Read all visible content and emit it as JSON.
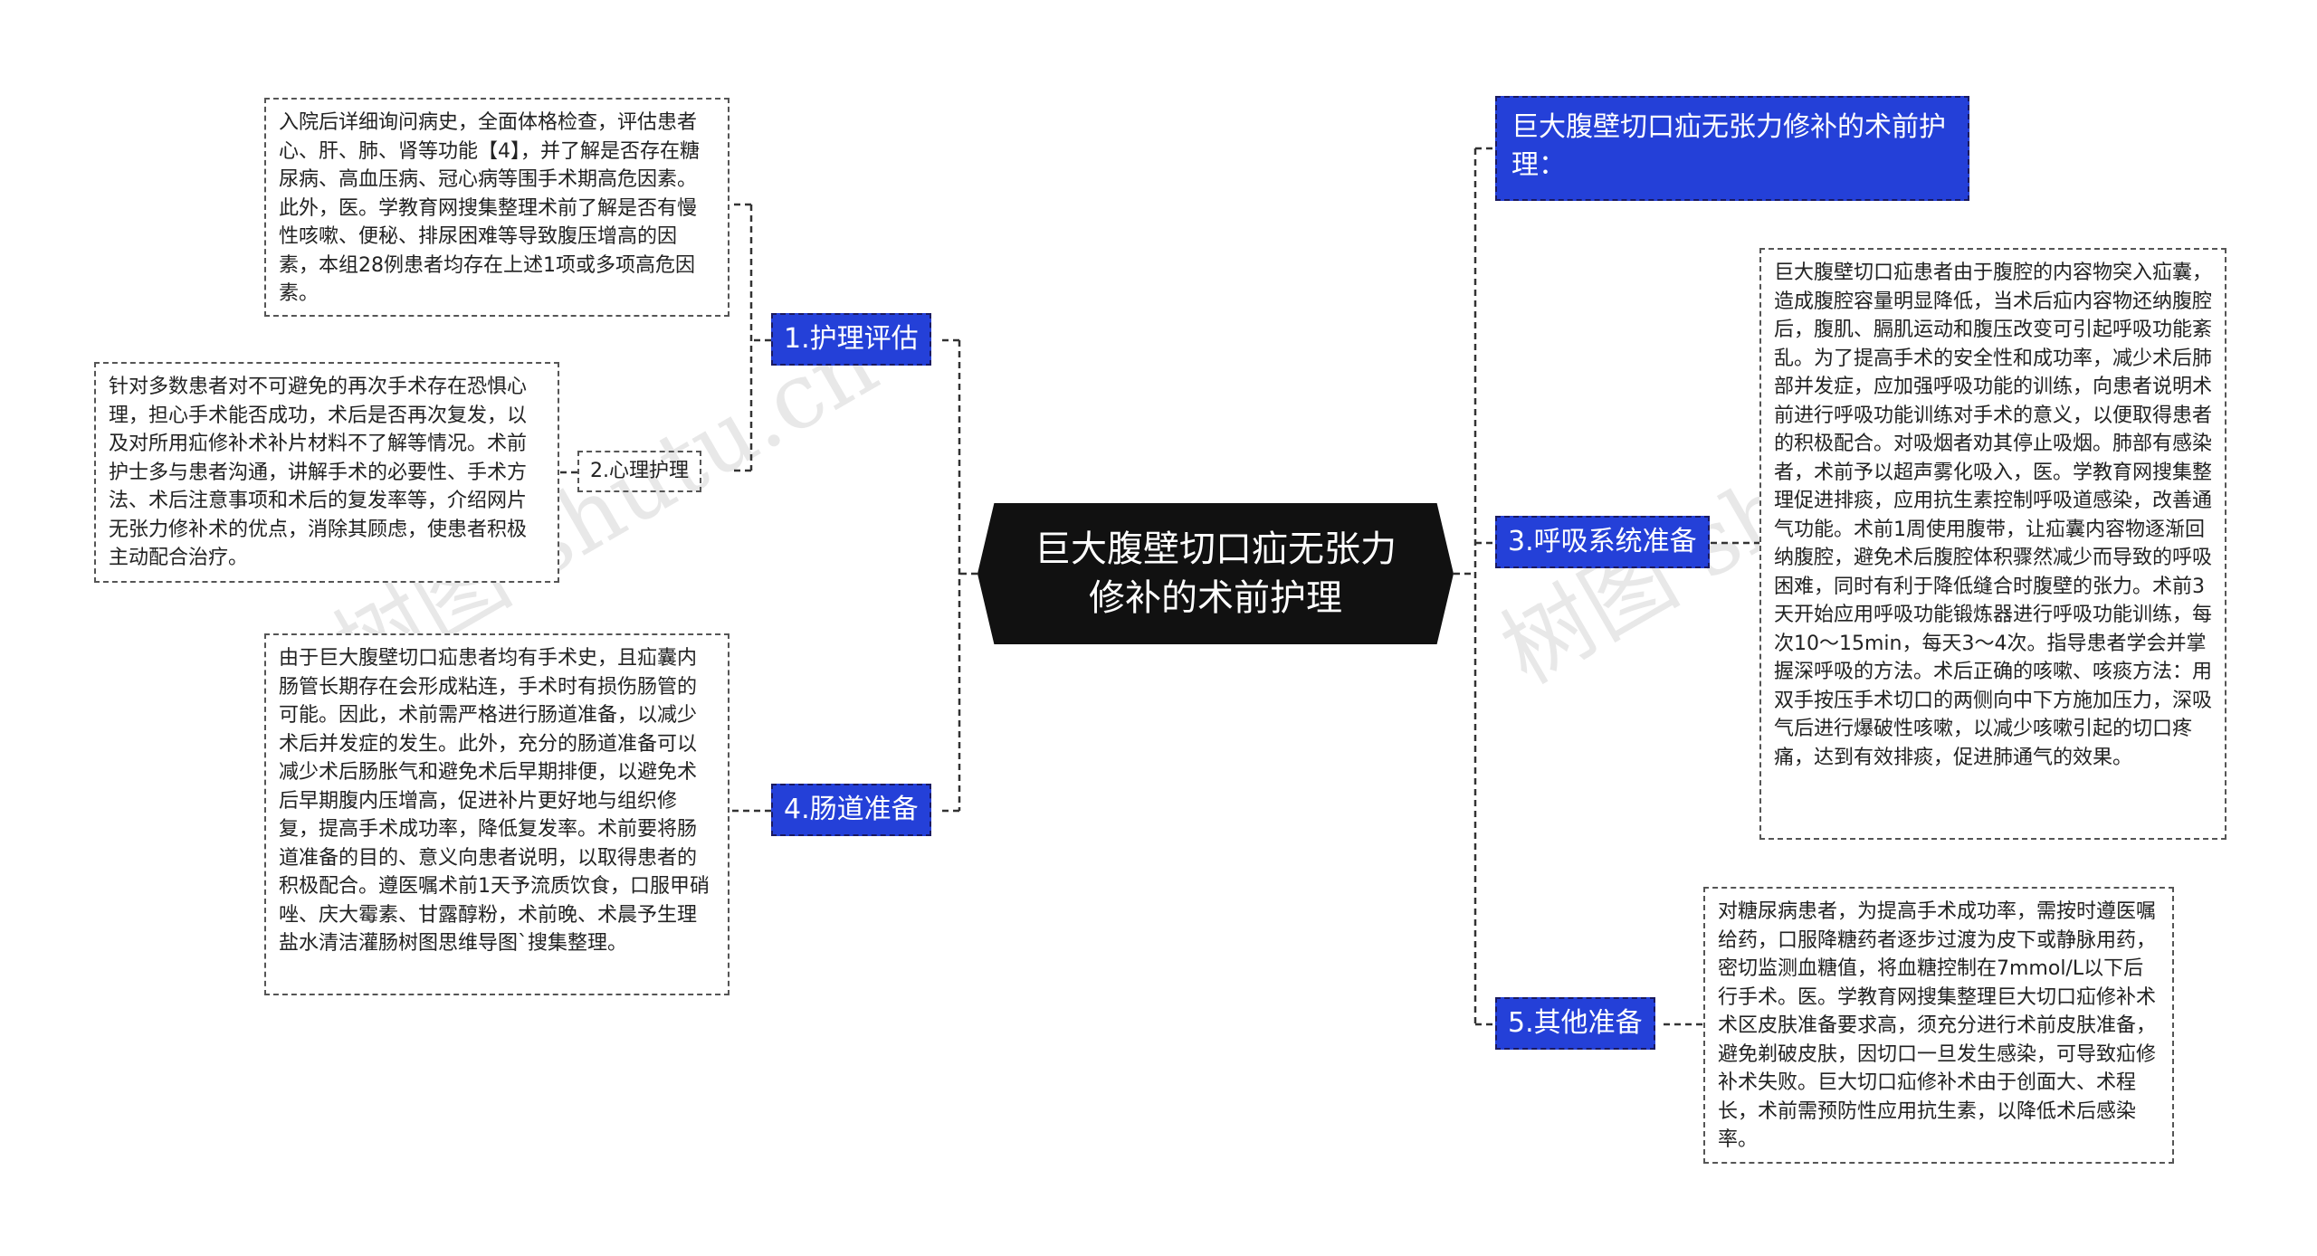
{
  "root": {
    "title": "巨大腹壁切口疝无张力修补的术前护理"
  },
  "branches": {
    "assessment": "1.护理评估",
    "psych": "2.心理护理",
    "respiratory": "3.呼吸系统准备",
    "bowel": "4.肠道准备",
    "other": "5.其他准备",
    "header": "巨大腹壁切口疝无张力修补的术前护理："
  },
  "leaves": {
    "assessment": "入院后详细询问病史，全面体格检查，评估患者心、肝、肺、肾等功能【4】，并了解是否存在糖尿病、高血压病、冠心病等围手术期高危因素。此外，医。学教育网搜集整理术前了解是否有慢性咳嗽、便秘、排尿困难等导致腹压增高的因素，本组28例患者均存在上述1项或多项高危因素。",
    "psych": "针对多数患者对不可避免的再次手术存在恐惧心理，担心手术能否成功，术后是否再次复发，以及对所用疝修补术补片材料不了解等情况。术前护士多与患者沟通，讲解手术的必要性、手术方法、术后注意事项和术后的复发率等，介绍网片无张力修补术的优点，消除其顾虑，使患者积极主动配合治疗。",
    "bowel": "由于巨大腹壁切口疝患者均有手术史，且疝囊内肠管长期存在会形成粘连，手术时有损伤肠管的可能。因此，术前需严格进行肠道准备，以减少术后并发症的发生。此外，充分的肠道准备可以减少术后肠胀气和避免术后早期排便，以避免术后早期腹内压增高，促进补片更好地与组织修复，提高手术成功率，降低复发率。术前要将肠道准备的目的、意义向患者说明，以取得患者的积极配合。遵医嘱术前1天予流质饮食，口服甲硝唑、庆大霉素、甘露醇粉，术前晚、术晨予生理盐水清洁灌肠树图思维导图`搜集整理。",
    "respiratory": "巨大腹壁切口疝患者由于腹腔的内容物突入疝囊，造成腹腔容量明显降低，当术后疝内容物还纳腹腔后，腹肌、膈肌运动和腹压改变可引起呼吸功能紊乱。为了提高手术的安全性和成功率，减少术后肺部并发症，应加强呼吸功能的训练，向患者说明术前进行呼吸功能训练对手术的意义，以便取得患者的积极配合。对吸烟者劝其停止吸烟。肺部有感染者，术前予以超声雾化吸入，医。学教育网搜集整理促进排痰，应用抗生素控制呼吸道感染，改善通气功能。术前1周使用腹带，让疝囊内容物逐渐回纳腹腔，避免术后腹腔体积骤然减少而导致的呼吸困难，同时有利于降低缝合时腹壁的张力。术前3天开始应用呼吸功能锻炼器进行呼吸功能训练，每次10～15min，每天3～4次。指导患者学会并掌握深呼吸的方法。术后正确的咳嗽、咳痰方法：用双手按压手术切口的两侧向中下方施加压力，深吸气后进行爆破性咳嗽，以减少咳嗽引起的切口疼痛，达到有效排痰，促进肺通气的效果。",
    "other": "对糖尿病患者，为提高手术成功率，需按时遵医嘱给药，口服降糖药者逐步过渡为皮下或静脉用药，密切监测血糖值，将血糖控制在7mmol/L以下后行手术。医。学教育网搜集整理巨大切口疝修补术术区皮肤准备要求高，须充分进行术前皮肤准备，避免剃破皮肤，因切口一旦发生感染，可导致疝修补术失败。巨大切口疝修补术由于创面大、术程长，术前需预防性应用抗生素，以降低术后感染率。"
  },
  "colors": {
    "root": "#111111",
    "branch": "#2440d8",
    "line": "#333333"
  }
}
